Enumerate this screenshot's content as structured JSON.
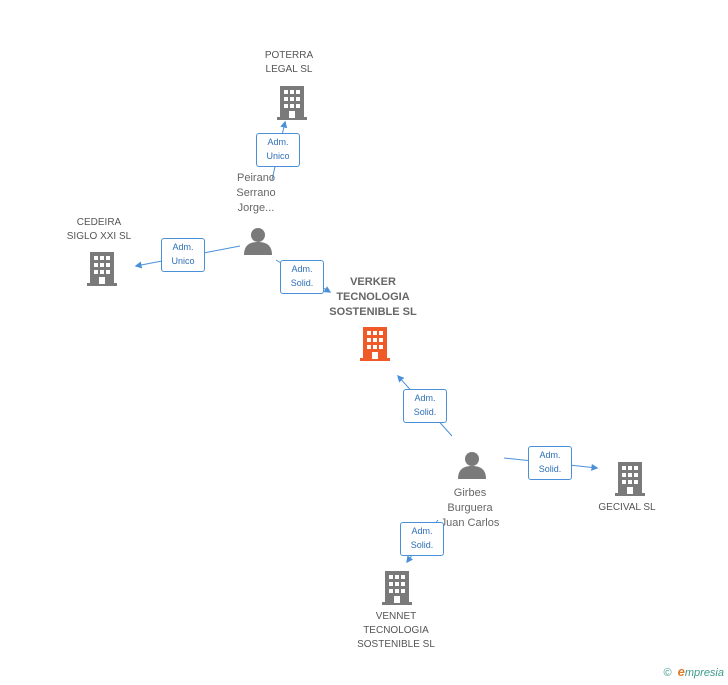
{
  "colors": {
    "edge": "#4a90d9",
    "company": "#7a7a7a",
    "main_company": "#f05a28",
    "person": "#7a7a7a"
  },
  "nodes": {
    "verker": {
      "label": "VERKER\nTECNOLOGIA\nSOSTENIBLE SL",
      "icon": "building-icon"
    },
    "poterra": {
      "label": "POTERRA\nLEGAL SL",
      "icon": "building-icon"
    },
    "cedeira": {
      "label": "CEDEIRA\nSIGLO XXI SL",
      "icon": "building-icon"
    },
    "gecival": {
      "label": "GECIVAL SL",
      "icon": "building-icon"
    },
    "vennet": {
      "label": "VENNET\nTECNOLOGIA\nSOSTENIBLE SL",
      "icon": "building-icon"
    },
    "peirano": {
      "label": "Peirano\nSerrano\nJorge...",
      "icon": "person-icon"
    },
    "girbes": {
      "label": "Girbes\nBurguera\nJuan Carlos",
      "icon": "person-icon"
    }
  },
  "edges": {
    "peirano_poterra": "Adm.\nUnico",
    "peirano_cedeira": "Adm.\nUnico",
    "peirano_verker": "Adm.\nSolid.",
    "girbes_verker": "Adm.\nSolid.",
    "girbes_gecival": "Adm.\nSolid.",
    "girbes_vennet": "Adm.\nSolid."
  },
  "footer": {
    "copyright": "©",
    "brand_e": "e",
    "brand_rest": "mpresia"
  }
}
